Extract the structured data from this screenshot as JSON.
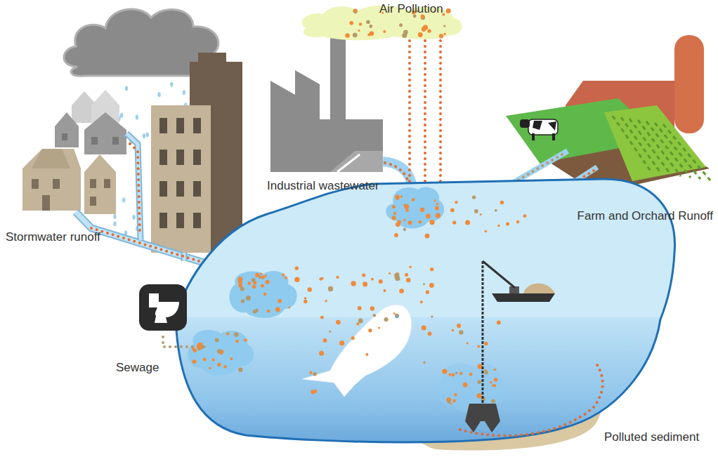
{
  "diagram": {
    "labels": [
      "Air Pollution",
      "Industrial wastewater",
      "Farm and Orchard Runoff",
      "Stormwater runoff",
      "Sewage",
      "Polluted sediment"
    ]
  }
}
